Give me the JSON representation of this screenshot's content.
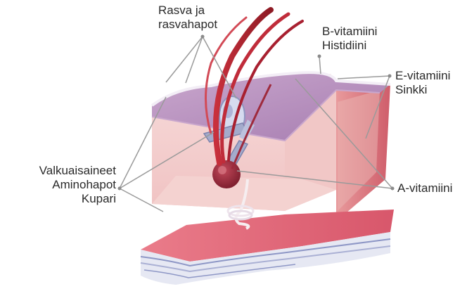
{
  "labels": {
    "fats": [
      "Rasva ja",
      "rasvahapot"
    ],
    "b_vitamins": [
      "B-vitamiini",
      "Histidiini"
    ],
    "e_vitamins": [
      "E-vitamiini",
      "Sinkki"
    ],
    "proteins": [
      "Valkuaisaineet",
      "Aminohapot",
      "Kupari"
    ],
    "a_vitamin": "A-vitamiini"
  },
  "colors": {
    "epidermis": "#b78fbe",
    "epidermis_light": "#d5b8d6",
    "dermis_front": "#f3cfcf",
    "dermis_side": "#e9a9a6",
    "dermis_right": "#d9777f",
    "floor": "#e2697a",
    "subcutis": "#e5e7f2",
    "hair": "#b52432",
    "bulb": "#9e2a3c",
    "gland": "#8f95c0",
    "leader": "#9a9a9a"
  }
}
